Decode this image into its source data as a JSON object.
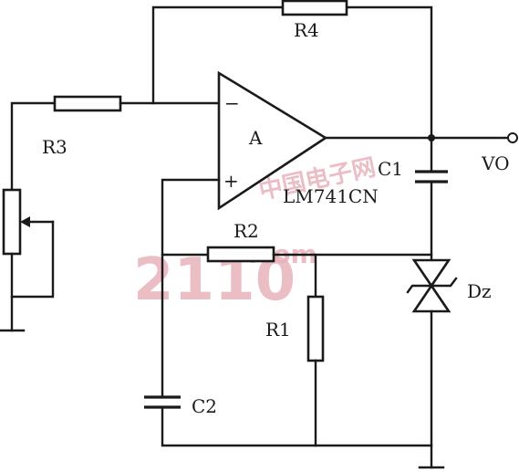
{
  "labels": {
    "r4": "R4",
    "r3": "R3",
    "r2": "R2",
    "r1": "R1",
    "c1": "C1",
    "c2": "C2",
    "dz": "Dz",
    "vo": "VO",
    "opamp_name": "A",
    "opamp_part": "LM741CN",
    "minus": "−",
    "plus": "+"
  },
  "watermark": {
    "main": "2110",
    "suffix": ".com",
    "cn": "中国电子网",
    "color": "#e8b3bb"
  }
}
